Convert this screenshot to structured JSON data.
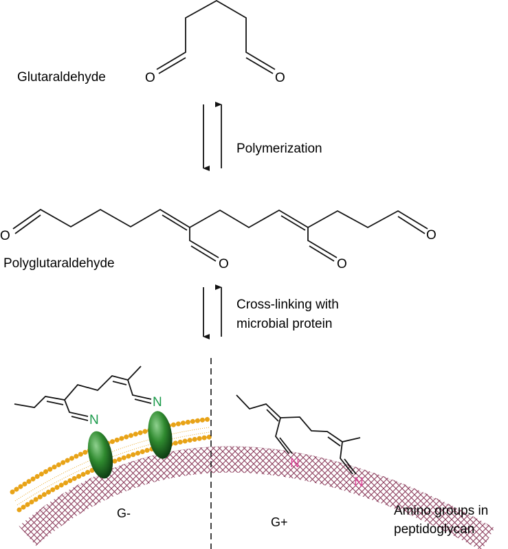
{
  "labels": {
    "glutaraldehyde": "Glutaraldehyde",
    "polymerization": "Polymerization",
    "polyglutaraldehyde": "Polyglutaraldehyde",
    "crosslinking_line1": "Cross-linking with",
    "crosslinking_line2": "microbial protein",
    "gram_negative": "G-",
    "gram_positive": "G+",
    "amino_line1": "Amino groups in",
    "amino_line2": "peptidoglycan"
  },
  "atoms": {
    "oxygen": "O",
    "nitrogen": "N"
  },
  "colors": {
    "bond": "#111111",
    "nitrogen_gram_negative": "#1a9a4a",
    "nitrogen_gram_positive": "#e0479a",
    "membrane": "#e8a317",
    "protein": "#2f7f2f",
    "peptidoglycan": "#8a3a5a"
  }
}
